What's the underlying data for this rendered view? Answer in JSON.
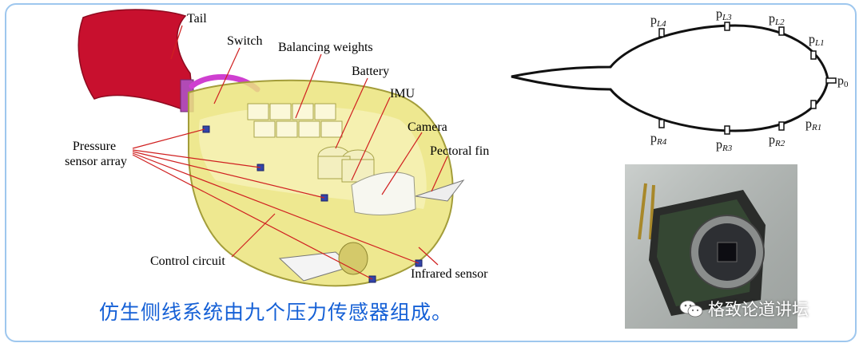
{
  "labels": {
    "tail": "Tail",
    "switch": "Switch",
    "balancing_weights": "Balancing weights",
    "battery": "Battery",
    "imu": "IMU",
    "camera": "Camera",
    "pectoral_fin": "Pectoral fin",
    "pressure_sensor_line1": "Pressure",
    "pressure_sensor_line2": "sensor array",
    "control_circuit": "Control circuit",
    "infrared_sensor": "Infrared sensor"
  },
  "sensor_diagram": {
    "p_L4": "L4",
    "p_L3": "L3",
    "p_L2": "L2",
    "p_L1": "L1",
    "p_0": "0",
    "p_R1": "R1",
    "p_R2": "R2",
    "p_R3": "R3",
    "p_R4": "R4",
    "p_letter": "p"
  },
  "caption": "仿生侧线系统由九个压力传感器组成。",
  "watermark": "格致论道讲坛",
  "colors": {
    "tail": "#c8102e",
    "body_shell": "#e9e27a",
    "shell_edge": "#9e9a34",
    "caption": "#1560d6",
    "frame": "#9ec7ee",
    "pointer": "#d02020"
  },
  "icons": [
    "wechat-icon"
  ]
}
